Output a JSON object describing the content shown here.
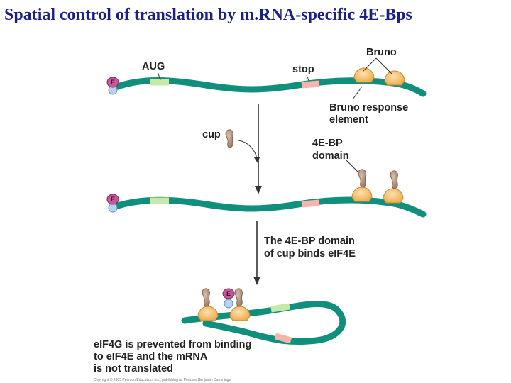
{
  "title": "Spatial control of translation by m.RNA-specific 4E-Bps",
  "labels": {
    "aug": "AUG",
    "stop": "stop",
    "bruno": "Bruno",
    "bre_line1": "Bruno response",
    "bre_line2": "element",
    "cup": "cup",
    "fourebp_line1": "4E-BP",
    "fourebp_line2": "domain",
    "step2_line1": "The 4E-BP domain",
    "step2_line2": "of cup binds eIF4E",
    "result_line1": "eIF4G is prevented from binding",
    "result_line2": "to eIF4E and the mRNA",
    "result_line3": "is not translated",
    "cap_letter": "E",
    "credit": "Copyright © 2005 Pearson Education, Inc., publishing as Pearson Benjamin Cummings"
  },
  "colors": {
    "title": "#1a1f8a",
    "mrna": "#0f8f7c",
    "aug_segment": "#c7e8a6",
    "stop_segment": "#f5b5ab",
    "bruno_protein": "#f6c26e",
    "cup_protein": "#b99583",
    "eif4e": "#c8589a",
    "cap": "#b6d3ef",
    "arrow": "#333333"
  }
}
